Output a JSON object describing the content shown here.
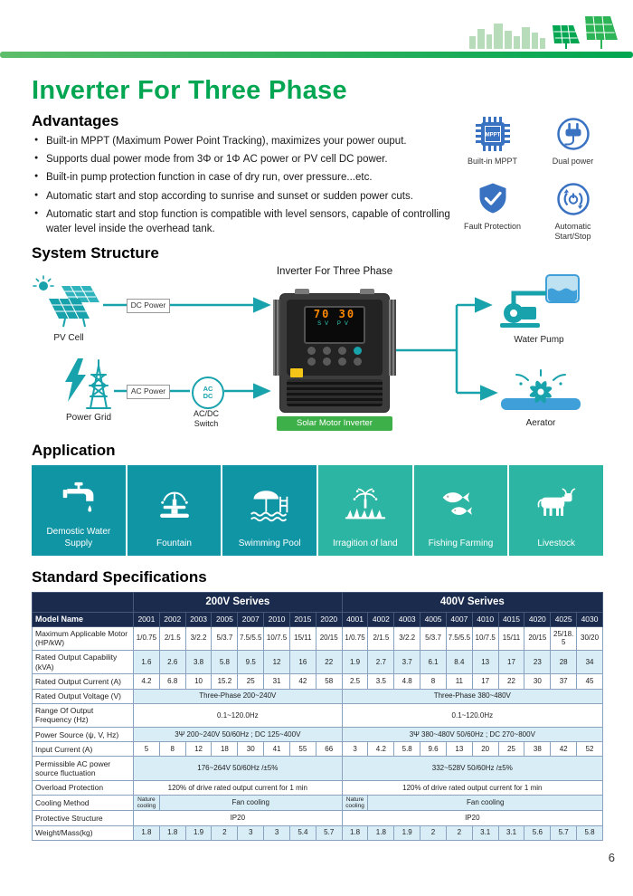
{
  "page": {
    "title": "Inverter For Three Phase",
    "page_number": "6"
  },
  "theme": {
    "green": "#00a651",
    "teal": "#18a2ac",
    "blue": "#3a72c2",
    "navy": "#1b2b4d",
    "row_shade": "#d9edf6",
    "tile_a": "#1095a5",
    "tile_b": "#2cb5a2",
    "tag_green": "#3eb049"
  },
  "advantages": {
    "heading": "Advantages",
    "bullets": [
      "Built-in MPPT (Maximum Power Point Tracking), maximizes your power ouput.",
      "Supports dual power mode from 3Φ or 1Φ AC power or PV cell DC power.",
      "Built-in pump protection function in case of dry run, over pressure...etc.",
      "Automatic start and stop according to sunrise and sunset or sudden power cuts.",
      "Automatic start and stop function is compatible with level sensors, capable of controlling water level inside the overhead tank."
    ],
    "chip_text": "MPPT",
    "features": [
      {
        "label": "Built-in MPPT",
        "icon": "mppt-chip-icon"
      },
      {
        "label": "Dual power",
        "icon": "dual-power-icon"
      },
      {
        "label": "Fault Protection",
        "icon": "fault-protection-icon"
      },
      {
        "label": "Automatic Start/Stop",
        "icon": "auto-start-stop-icon"
      }
    ]
  },
  "system_structure": {
    "heading": "System Structure",
    "inverter_title": "Inverter For Three Phase",
    "pv_cell": "PV Cell",
    "dc_power": "DC Power",
    "power_grid": "Power Grid",
    "ac_power": "AC Power",
    "switch_ac": "AC",
    "switch_dc": "DC",
    "switch_label": "AC/DC Switch",
    "inverter_tag": "Solar Motor Inverter",
    "water_pump": "Water Pump",
    "aerator": "Aerator",
    "display_value1": "70",
    "display_value2": "30",
    "display_sv": "SV",
    "display_pv": "PV"
  },
  "application": {
    "heading": "Application",
    "tiles": [
      {
        "label": "Demostic Water Supply",
        "icon": "faucet-icon"
      },
      {
        "label": "Fountain",
        "icon": "fountain-icon"
      },
      {
        "label": "Swimming Pool",
        "icon": "swimming-pool-icon"
      },
      {
        "label": "Irragition of land",
        "icon": "irrigation-icon"
      },
      {
        "label": "Fishing Farming",
        "icon": "fish-icon"
      },
      {
        "label": "Livestock",
        "icon": "livestock-icon"
      }
    ]
  },
  "specs": {
    "heading": "Standard Specifications",
    "groups": [
      {
        "label": "200V Serives",
        "cols": 8
      },
      {
        "label": "400V Serives",
        "cols": 10
      }
    ],
    "model_row": {
      "label": "Model Name",
      "models200": [
        "2001",
        "2002",
        "2003",
        "2005",
        "2007",
        "2010",
        "2015",
        "2020"
      ],
      "models400": [
        "4001",
        "4002",
        "4003",
        "4005",
        "4007",
        "4010",
        "4015",
        "4020",
        "4025",
        "4030"
      ]
    },
    "rows": [
      {
        "label": "Maximum Applicable Motor (HP/kW)",
        "type": "cells",
        "shade": false,
        "v200": [
          "1/0.75",
          "2/1.5",
          "3/2.2",
          "5/3.7",
          "7.5/5.5",
          "10/7.5",
          "15/11",
          "20/15"
        ],
        "v400": [
          "1/0.75",
          "2/1.5",
          "3/2.2",
          "5/3.7",
          "7.5/5.5",
          "10/7.5",
          "15/11",
          "20/15",
          "25/18.5",
          "30/20"
        ]
      },
      {
        "label": "Rated Output Capability (kVA)",
        "type": "cells",
        "shade": true,
        "v200": [
          "1.6",
          "2.6",
          "3.8",
          "5.8",
          "9.5",
          "12",
          "16",
          "22"
        ],
        "v400": [
          "1.9",
          "2.7",
          "3.7",
          "6.1",
          "8.4",
          "13",
          "17",
          "23",
          "28",
          "34"
        ]
      },
      {
        "label": "Rated Output Current (A)",
        "type": "cells",
        "shade": false,
        "v200": [
          "4.2",
          "6.8",
          "10",
          "15.2",
          "25",
          "31",
          "42",
          "58"
        ],
        "v400": [
          "2.5",
          "3.5",
          "4.8",
          "8",
          "11",
          "17",
          "22",
          "30",
          "37",
          "45"
        ]
      },
      {
        "label": "Rated Output Voltage (V)",
        "type": "merged",
        "shade": true,
        "t200": "Three-Phase 200~240V",
        "t400": "Three-Phase 380~480V"
      },
      {
        "label": "Range Of Output Frequency (Hz)",
        "type": "merged",
        "shade": false,
        "t200": "0.1~120.0Hz",
        "t400": "0.1~120.0Hz"
      },
      {
        "label": "Power Source (ψ, V, Hz)",
        "type": "merged",
        "shade": true,
        "t200": "3Ψ 200~240V  50/60Hz ; DC 125~400V",
        "t400": "3Ψ 380~480V  50/60Hz ; DC 270~800V"
      },
      {
        "label": "Input Current (A)",
        "type": "cells",
        "shade": false,
        "v200": [
          "5",
          "8",
          "12",
          "18",
          "30",
          "41",
          "55",
          "66"
        ],
        "v400": [
          "3",
          "4.2",
          "5.8",
          "9.6",
          "13",
          "20",
          "25",
          "38",
          "42",
          "52"
        ]
      },
      {
        "label": "Permissible AC power source  fluctuation",
        "type": "merged",
        "shade": true,
        "t200": "176~264V 50/60Hz /±5%",
        "t400": "332~528V 50/60Hz /±5%"
      },
      {
        "label": "Overload Protection",
        "type": "merged",
        "shade": false,
        "t200": "120% of drive rated output current for 1 min",
        "t400": "120% of drive rated output current for 1 min"
      },
      {
        "label": "Cooling Method",
        "type": "cooling",
        "shade": true,
        "first": "Nature cooling",
        "rest200": "Fan cooling",
        "rest400": "Fan cooling"
      },
      {
        "label": "Protective Structure",
        "type": "merged",
        "shade": false,
        "t200": "IP20",
        "t400": "IP20"
      },
      {
        "label": "Weight/Mass(kg)",
        "type": "cells",
        "shade": true,
        "v200": [
          "1.8",
          "1.8",
          "1.9",
          "2",
          "3",
          "3",
          "5.4",
          "5.7"
        ],
        "v400": [
          "1.8",
          "1.8",
          "1.9",
          "2",
          "2",
          "3.1",
          "3.1",
          "5.6",
          "5.7",
          "5.8"
        ]
      }
    ]
  }
}
